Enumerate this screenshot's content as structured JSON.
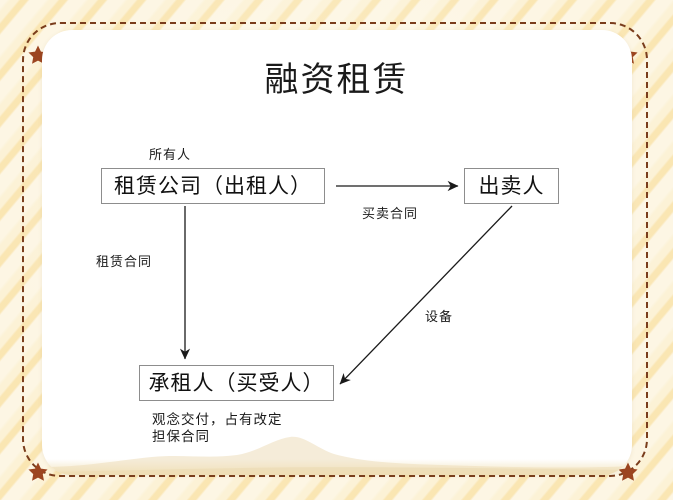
{
  "slide": {
    "title": "融资租赁",
    "decor": {
      "star_icon": "star-icon",
      "frame": "dashed-rounded-frame",
      "frame_color": "#7a3d1c",
      "star_color": "#9c4520",
      "background_color": "#fdf6e4",
      "stripe_color": "#f7d88a",
      "card_color": "#ffffff"
    }
  },
  "diagram": {
    "type": "flow-diagram",
    "nodes": [
      {
        "id": "lessor",
        "label": "租赁公司（出租人）"
      },
      {
        "id": "seller",
        "label": "出卖人"
      },
      {
        "id": "lessee",
        "label": "承租人（买受人）"
      }
    ],
    "node_labels": {
      "lessor": "租赁公司（出租人）",
      "seller": "出卖人",
      "lessee": "承租人（买受人）"
    },
    "edges": [
      {
        "id": "sale",
        "from": "lessor",
        "to": "seller",
        "label": "买卖合同",
        "direction": "right"
      },
      {
        "id": "lease",
        "from": "lessor",
        "to": "lessee",
        "label": "租赁合同",
        "direction": "down"
      },
      {
        "id": "equipment",
        "from": "seller",
        "to": "lessee",
        "label": "设备",
        "direction": "diagonal-down-left"
      }
    ],
    "edge_labels": {
      "sale": "买卖合同",
      "lease": "租赁合同",
      "equipment": "设备"
    },
    "annotations": {
      "owner": "所有人",
      "lessee_note_line1": "观念交付，占有改定",
      "lessee_note_line2": "担保合同"
    }
  }
}
